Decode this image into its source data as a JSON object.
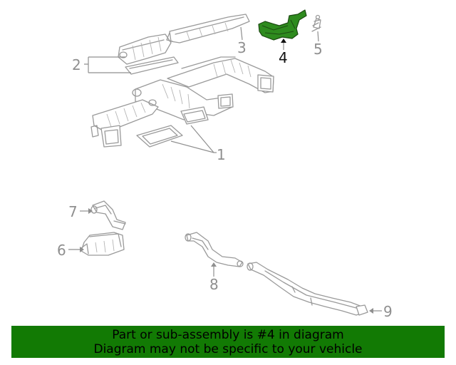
{
  "callouts": {
    "c1": "1",
    "c2": "2",
    "c3": "3",
    "c4": "4",
    "c5": "5",
    "c6": "6",
    "c7": "7",
    "c8": "8",
    "c9": "9"
  },
  "highlighted_part": "4",
  "colors": {
    "highlight": "#2e8b1e",
    "banner": "#127a04",
    "line": "#9a9a9a"
  },
  "banner": {
    "line1": "Part or sub-assembly is #4 in diagram",
    "line2": "Diagram may not be specific to your vehicle"
  }
}
